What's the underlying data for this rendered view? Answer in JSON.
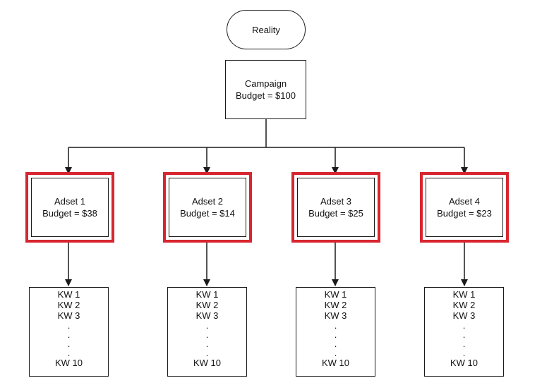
{
  "colors": {
    "line": "#1a1a1a",
    "highlight": "#d7262f"
  },
  "start": {
    "label": "Reality"
  },
  "campaign": {
    "title": "Campaign",
    "budget": "Budget = $100"
  },
  "adsets": [
    {
      "title": "Adset 1",
      "budget": "Budget = $38"
    },
    {
      "title": "Adset 2",
      "budget": "Budget = $14"
    },
    {
      "title": "Adset 3",
      "budget": "Budget = $25"
    },
    {
      "title": "Adset 4",
      "budget": "Budget = $23"
    }
  ],
  "keyword_lists": [
    {
      "items": [
        "KW 1",
        "KW 2",
        "KW 3"
      ],
      "dots": [
        ".",
        ".",
        ".",
        "."
      ],
      "last": "KW 10"
    },
    {
      "items": [
        "KW 1",
        "KW 2",
        "KW 3"
      ],
      "dots": [
        ".",
        ".",
        ".",
        "."
      ],
      "last": "KW 10"
    },
    {
      "items": [
        "KW 1",
        "KW 2",
        "KW 3"
      ],
      "dots": [
        ".",
        ".",
        ".",
        "."
      ],
      "last": "KW 10"
    },
    {
      "items": [
        "KW 1",
        "KW 2",
        "KW 3"
      ],
      "dots": [
        ".",
        ".",
        ".",
        "."
      ],
      "last": "KW 10"
    }
  ]
}
